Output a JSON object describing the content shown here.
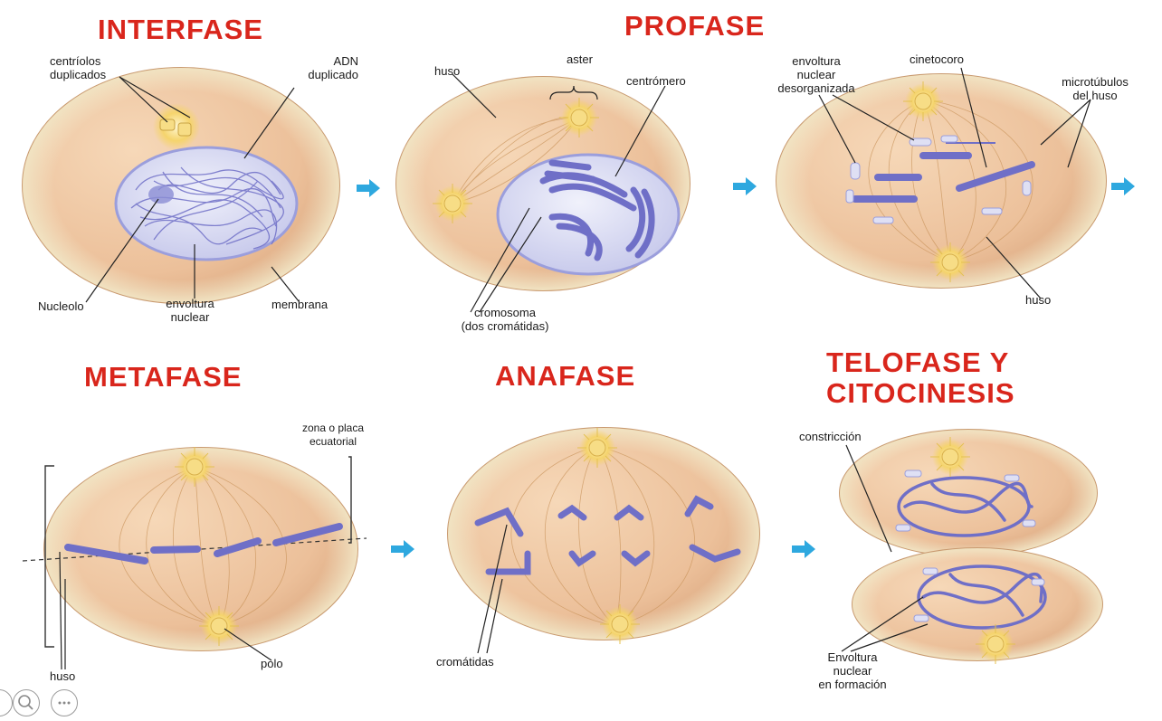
{
  "phases": {
    "interfase": {
      "title": "INTERFASE",
      "labels": {
        "centriolos": "centríolos\nduplicados",
        "adn": "ADN\nduplicado",
        "nucleolo": "Nucleolo",
        "envoltura": "envoltura\nnuclear",
        "membrana": "membrana"
      }
    },
    "profase": {
      "title": "PROFASE",
      "labels": {
        "huso": "huso",
        "aster": "aster",
        "centromero": "centrómero",
        "cromosoma": "cromosoma\n(dos cromátidas)"
      }
    },
    "prometafase": {
      "labels": {
        "envoltura_desorganizada": "envoltura\nnuclear\ndesorganizada",
        "cinetocoro": "cinetocoro",
        "microtubulos": "microtúbulos\ndel huso",
        "huso": "huso"
      }
    },
    "metafase": {
      "title": "METAFASE",
      "labels": {
        "zona": "zona o placa\necuatorial",
        "huso": "huso",
        "polo": "polo"
      }
    },
    "anafase": {
      "title": "ANAFASE",
      "labels": {
        "cromatidas": "cromátidas"
      }
    },
    "telofase": {
      "title": "TELOFASE Y\nCITOCINESIS",
      "labels": {
        "constriccion": "constricción",
        "envoltura_formacion": "Envoltura\nnuclear\nen formación"
      }
    }
  },
  "colors": {
    "title_red": "#d9261c",
    "arrow": "#2ea8df",
    "cytoplasm": "#f0c9a4",
    "cell_edge": "#c8956a",
    "chromosome": "#6f6fc7",
    "nucleus": "#dfe0f4",
    "centrosome": "#f3d36a"
  },
  "icons": [
    "zoom-icon",
    "more-icon"
  ]
}
